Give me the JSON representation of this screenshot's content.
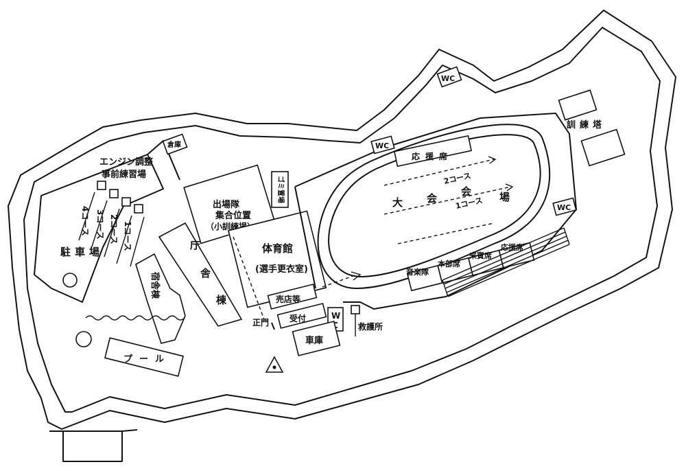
{
  "labels": {
    "engine": "エンジン調整",
    "practice": "事前練習場",
    "course4": "4コース",
    "course3": "3コース",
    "course2": "2コース",
    "course1": "1コース",
    "parking": "駐車場",
    "warehouse": "倉庫",
    "assembly": "出場隊",
    "assembly2": "集合位置",
    "small_training": "（小訓練場）",
    "gomi": "ゴミ置場",
    "gym": "体育館",
    "changing": "(選手更衣室)",
    "shop": "売店等",
    "reception": "受付",
    "garage": "車庫",
    "main_gate": "正門",
    "first_aid": "救護所",
    "gov_top": "庁",
    "gov_mid": "舎",
    "gov_bot": "棟",
    "dorm": "宿舎棟",
    "pool": "プール",
    "venue_a": "大",
    "venue_b": "会",
    "venue_c": "会",
    "venue_d": "場",
    "track_course2": "2コース",
    "track_course1": "1コース",
    "cheer_top": "応援席",
    "band": "音楽隊",
    "hq": "本部席",
    "guests": "来賓席",
    "cheer_right": "応援席",
    "training_tower": "訓練塔",
    "wc": "WC",
    "wc_vertical_w": "W",
    "wc_vertical_c": "C"
  },
  "icons": [
    "pond-circle-icon",
    "triangle-marker-icon",
    "dash-arrow-icon"
  ]
}
